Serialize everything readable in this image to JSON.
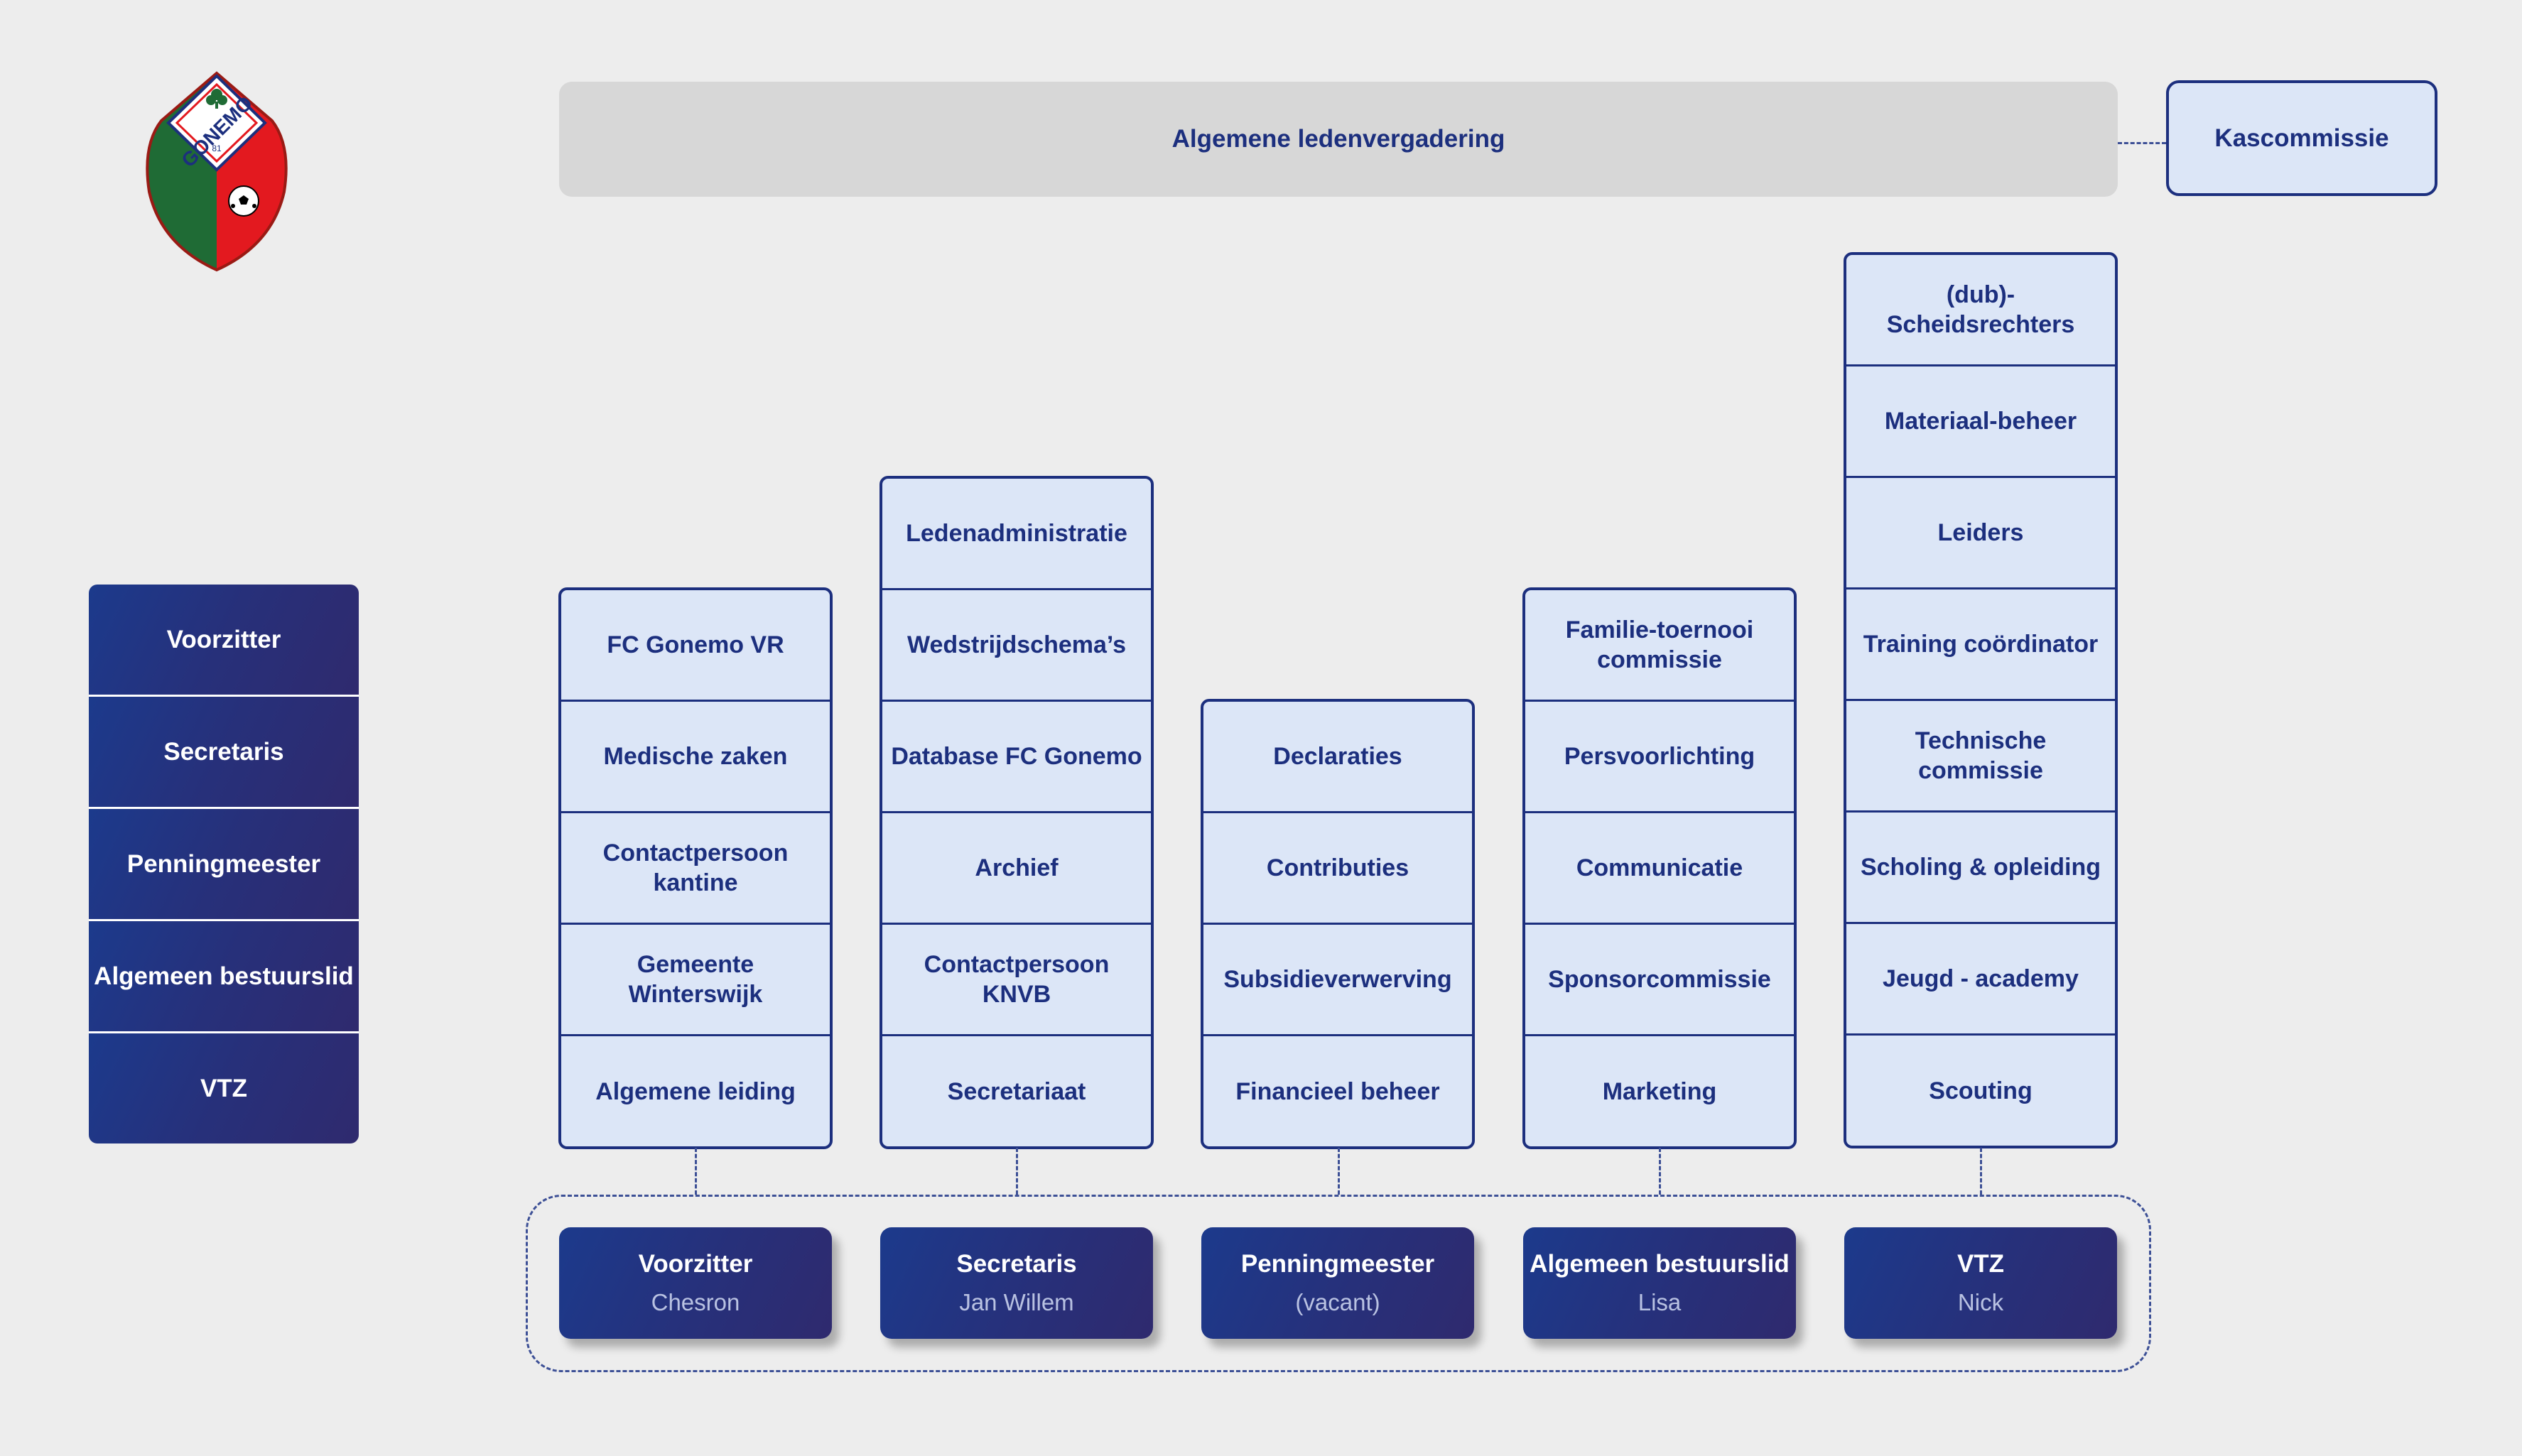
{
  "logo": {
    "text": "GONEMO",
    "year": "81",
    "icon": "club-shield-icon"
  },
  "top": {
    "members_meeting": "Algemene ledenvergadering",
    "audit_committee": "Kascommissie"
  },
  "board_roles": [
    "Voorzitter",
    "Secretaris",
    "Penningmeester",
    "Algemeen bestuurslid",
    "VTZ"
  ],
  "columns": [
    {
      "items": [
        "FC Gonemo VR",
        "Medische zaken",
        "Contactpersoon kantine",
        "Gemeente Winterswijk",
        "Algemene leiding"
      ]
    },
    {
      "items": [
        "Ledenadministratie",
        "Wedstrijdschema’s",
        "Database FC Gonemo",
        "Archief",
        "Contactpersoon KNVB",
        "Secretariaat"
      ]
    },
    {
      "items": [
        "Declaraties",
        "Contributies",
        "Subsidieverwerving",
        "Financieel beheer"
      ]
    },
    {
      "items": [
        "Familie-toernooi commissie",
        "Persvoorlichting",
        "Communicatie",
        "Sponsorcommissie",
        "Marketing"
      ]
    },
    {
      "items": [
        "(dub)-Scheidsrechters",
        "Materiaal-beheer",
        "Leiders",
        "Training coördinator",
        "Technische commissie",
        "Scholing & opleiding",
        "Jeugd - academy",
        "Scouting"
      ]
    }
  ],
  "officers": [
    {
      "role": "Voorzitter",
      "person": "Chesron"
    },
    {
      "role": "Secretaris",
      "person": "Jan Willem"
    },
    {
      "role": "Penningmeester",
      "person": "(vacant)"
    },
    {
      "role": "Algemeen bestuurslid",
      "person": "Lisa"
    },
    {
      "role": "VTZ",
      "person": "Nick"
    }
  ],
  "colors": {
    "navy": "#1c2f7e",
    "light_blue": "#dce6f7",
    "gray_bar": "#d7d7d7",
    "background": "#ededed",
    "logo_red": "#e3191f",
    "logo_green": "#1f6b35"
  }
}
